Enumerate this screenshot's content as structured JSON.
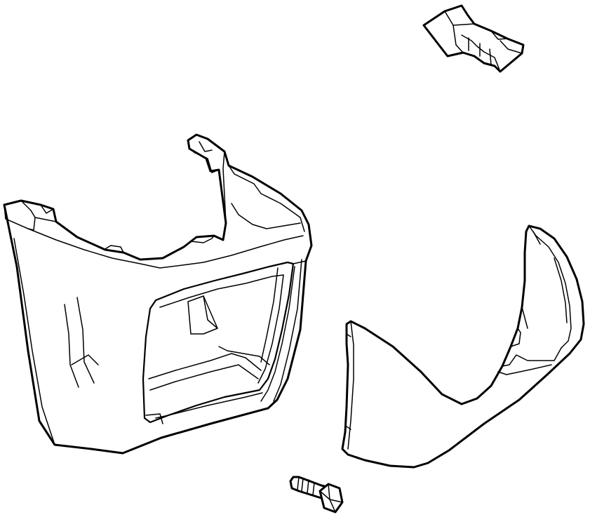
{
  "diagram": {
    "background": "#ffffff",
    "stroke_color": "#000000",
    "parts": [
      {
        "id": "clip",
        "name": "retainer-clip"
      },
      {
        "id": "lower-shroud",
        "name": "lower-column-shroud"
      },
      {
        "id": "upper-shroud",
        "name": "upper-column-shroud"
      },
      {
        "id": "bolt",
        "name": "mounting-screw"
      }
    ]
  }
}
